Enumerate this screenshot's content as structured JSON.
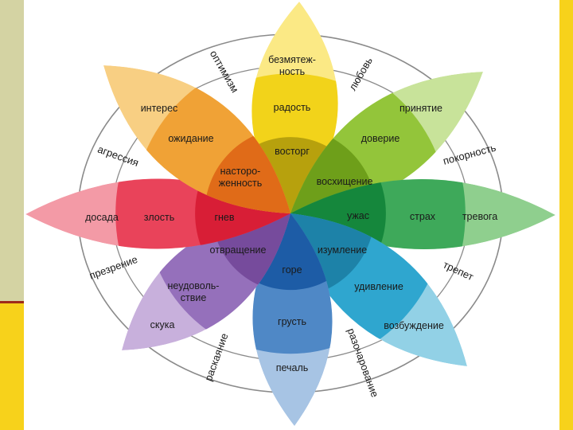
{
  "petals": [
    {
      "id": "top",
      "colors": [
        "#b7a10d",
        "#f2d31a",
        "#fbe985"
      ],
      "labels": [
        "восторг",
        "радость",
        "безмятеж-|ность"
      ]
    },
    {
      "id": "top-right",
      "colors": [
        "#6e9f1a",
        "#93c53a",
        "#c8e39a"
      ],
      "labels": [
        "восхищение",
        "доверие",
        "принятие"
      ]
    },
    {
      "id": "right",
      "colors": [
        "#15873c",
        "#3ea95a",
        "#8fcf8e"
      ],
      "labels": [
        "ужас",
        "страх",
        "тревога"
      ]
    },
    {
      "id": "bottom-right",
      "colors": [
        "#1d82a8",
        "#2fa6cf",
        "#92d1e6"
      ],
      "labels": [
        "изумление",
        "удивление",
        "возбуждение"
      ]
    },
    {
      "id": "bottom",
      "colors": [
        "#1d5ca6",
        "#4f88c6",
        "#a7c4e4"
      ],
      "labels": [
        "горе",
        "грусть",
        "печаль"
      ]
    },
    {
      "id": "bottom-left",
      "colors": [
        "#764b9c",
        "#9570bb",
        "#c8b0dc"
      ],
      "labels": [
        "отвращение",
        "неудоволь-|ствие",
        "скука"
      ]
    },
    {
      "id": "left",
      "colors": [
        "#d81e36",
        "#e9435a",
        "#f39aa6"
      ],
      "labels": [
        "гнев",
        "злость",
        "досада"
      ]
    },
    {
      "id": "top-left",
      "colors": [
        "#e06b18",
        "#f0a236",
        "#f8cf83"
      ],
      "labels": [
        "насторо-|женность",
        "ожидание",
        "интерес"
      ]
    }
  ],
  "outer_labels": [
    "оптимизм",
    "любовь",
    "покорность",
    "трепет",
    "разочарование",
    "раскаяние",
    "презрение",
    "агрессия"
  ],
  "palette": {
    "ring": "#8a8a8a",
    "left_band": "#d4d3a3",
    "bottom_band": "#f7d21b",
    "divider": "#9e2b1b"
  }
}
